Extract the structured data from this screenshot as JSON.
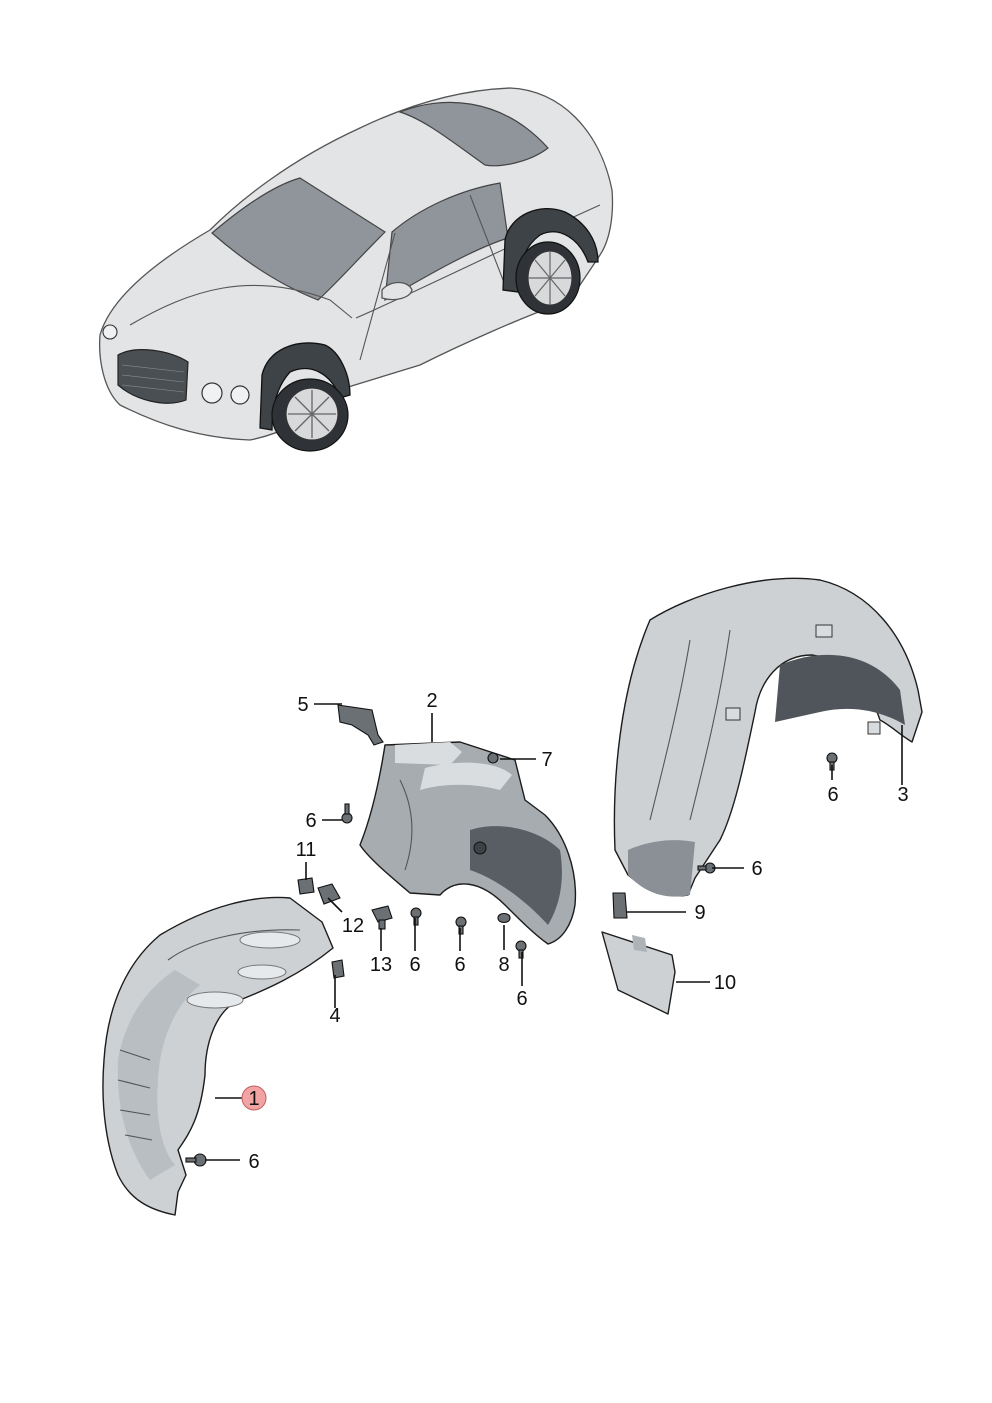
{
  "diagram": {
    "overview": "vehicle",
    "callouts": [
      {
        "id": "c1",
        "label": "1",
        "highlighted": true
      },
      {
        "id": "c2",
        "label": "2"
      },
      {
        "id": "c3",
        "label": "3"
      },
      {
        "id": "c4",
        "label": "4"
      },
      {
        "id": "c5",
        "label": "5"
      },
      {
        "id": "c6a",
        "label": "6"
      },
      {
        "id": "c6b",
        "label": "6"
      },
      {
        "id": "c6c",
        "label": "6"
      },
      {
        "id": "c6d",
        "label": "6"
      },
      {
        "id": "c6e",
        "label": "6"
      },
      {
        "id": "c6f",
        "label": "6"
      },
      {
        "id": "c6g",
        "label": "6"
      },
      {
        "id": "c7",
        "label": "7"
      },
      {
        "id": "c8",
        "label": "8"
      },
      {
        "id": "c9",
        "label": "9"
      },
      {
        "id": "c10",
        "label": "10"
      },
      {
        "id": "c11",
        "label": "11"
      },
      {
        "id": "c12",
        "label": "12"
      },
      {
        "id": "c13",
        "label": "13"
      }
    ],
    "colors": {
      "highlight": "#f2a3a3",
      "highlight_stroke": "#c06060",
      "line": "#111111"
    }
  }
}
